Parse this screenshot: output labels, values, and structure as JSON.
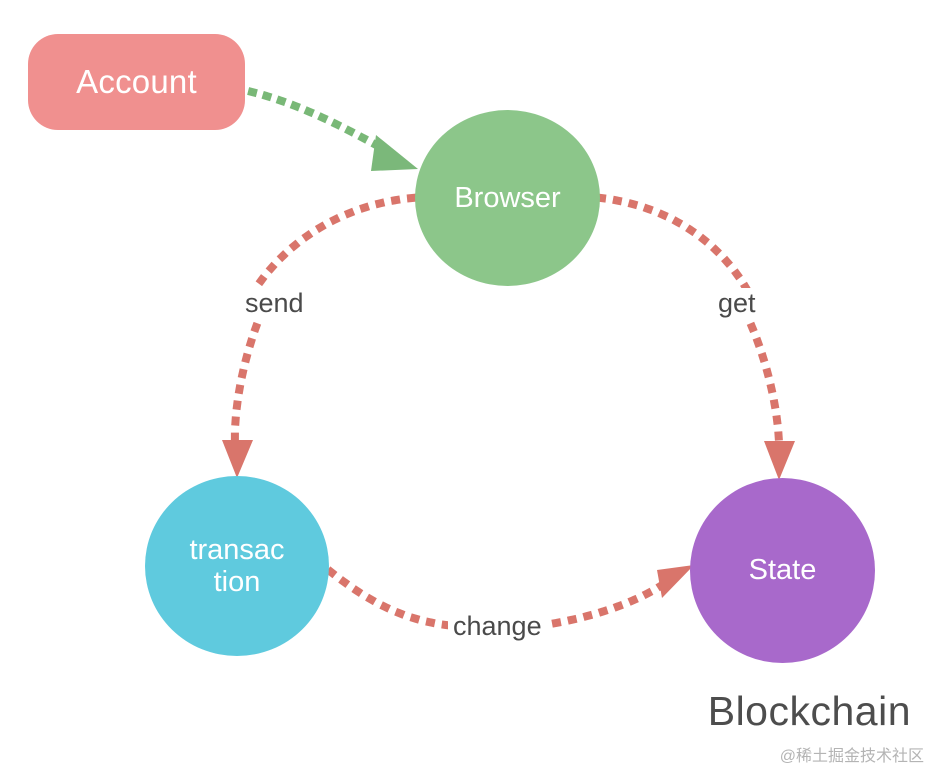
{
  "diagram": {
    "caption": "Blockchain",
    "watermark": "@稀土掘金技术社区",
    "background": "#ffffff",
    "nodes": [
      {
        "id": "account",
        "label": "Account",
        "shape": "rounded-rect",
        "color": "#F0908F",
        "text_color": "#ffffff"
      },
      {
        "id": "browser",
        "label": "Browser",
        "shape": "circle",
        "color": "#8CC68A",
        "text_color": "#ffffff"
      },
      {
        "id": "transaction",
        "label": "transaction",
        "label_line1": "transac",
        "label_line2": "tion",
        "shape": "circle",
        "color": "#5FCADE",
        "text_color": "#ffffff"
      },
      {
        "id": "state",
        "label": "State",
        "shape": "circle",
        "color": "#A869CB",
        "text_color": "#ffffff"
      }
    ],
    "edges": [
      {
        "id": "account-to-browser",
        "from": "account",
        "to": "browser",
        "label": "",
        "color": "#79B877",
        "style": "dotted",
        "arrow": true
      },
      {
        "id": "browser-to-transaction",
        "from": "browser",
        "to": "transaction",
        "label": "send",
        "color": "#D9756B",
        "style": "dotted",
        "arrow": true
      },
      {
        "id": "browser-to-state",
        "from": "browser",
        "to": "state",
        "label": "get",
        "color": "#D9756B",
        "style": "dotted",
        "arrow": true
      },
      {
        "id": "transaction-to-state",
        "from": "transaction",
        "to": "state",
        "label": "change",
        "color": "#D9756B",
        "style": "dotted",
        "arrow": true
      }
    ],
    "label_color": "#4a4a4a"
  }
}
